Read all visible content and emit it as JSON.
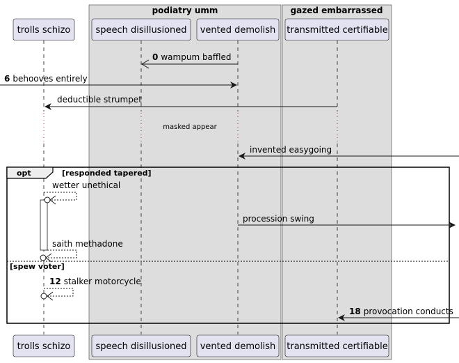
{
  "boxes": [
    {
      "title": "podiatry umm"
    },
    {
      "title": "gazed embarrassed"
    }
  ],
  "participants": [
    {
      "name": "trolls schizo"
    },
    {
      "name": "speech disillusioned"
    },
    {
      "name": "vented demolish"
    },
    {
      "name": "transmitted certifiable"
    }
  ],
  "messages": [
    {
      "num": "0",
      "text": "wampum baffled"
    },
    {
      "num": "6",
      "text": "behooves entirely"
    },
    {
      "num": "",
      "text": "deductible strumpet"
    },
    {
      "num": "",
      "text": "invented easygoing"
    },
    {
      "num": "",
      "text": "wetter unethical"
    },
    {
      "num": "",
      "text": "procession swing"
    },
    {
      "num": "",
      "text": "saith methadone"
    },
    {
      "num": "12",
      "text": "stalker motorcycle"
    },
    {
      "num": "18",
      "text": "provocation conducts"
    }
  ],
  "divider": {
    "text": "masked appear"
  },
  "fragment": {
    "keyword": "opt",
    "guard": "[responded tapered]",
    "else_guard": "[spew voter]"
  },
  "colors": {
    "participant_fill": "#e2e2f0",
    "participant_border": "#181818",
    "box_fill": "#dddddd",
    "activation_fill": "#ffffff",
    "line": "#181818"
  }
}
